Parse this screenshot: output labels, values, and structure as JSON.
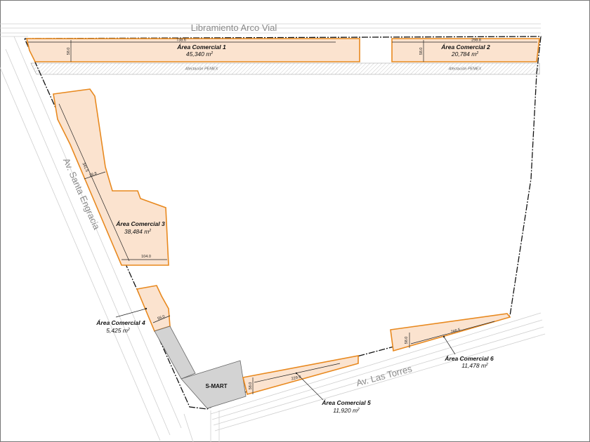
{
  "roads": {
    "north": "Libramiento Arco Vial",
    "west": "Av. Santa Engracia",
    "south": "Av. Las Torres"
  },
  "easement_label": "Afectación PEMEX",
  "anchor": {
    "name": "S-MART"
  },
  "lots": [
    {
      "id": "ac1",
      "name": "Área Comercial 1",
      "area": "45,340",
      "unit": "m",
      "dims": [
        "738.6",
        "58.0"
      ]
    },
    {
      "id": "ac2",
      "name": "Área Comercial 2",
      "area": "20,784",
      "unit": "m",
      "dims": [
        "298.8",
        "58.0"
      ]
    },
    {
      "id": "ac3",
      "name": "Área Comercial 3",
      "area": "38,484",
      "unit": "m",
      "dims": [
        "341.5",
        "28.8",
        "104.0"
      ]
    },
    {
      "id": "ac4",
      "name": "Área Comercial 4",
      "area": "5,425",
      "unit": "m",
      "dims": [
        "56.0"
      ]
    },
    {
      "id": "ac5",
      "name": "Área Comercial 5",
      "area": "11,920",
      "unit": "m",
      "dims": [
        "229.0",
        "58.0"
      ]
    },
    {
      "id": "ac6",
      "name": "Área Comercial 6",
      "area": "11,478",
      "unit": "m",
      "dims": [
        "246.5",
        "58.0"
      ]
    }
  ],
  "colors": {
    "lot_fill": "#fbe3cf",
    "lot_stroke": "#e8891f",
    "building_fill": "#d3d3d3",
    "road_line": "#c8c8c8",
    "boundary": "#111111"
  }
}
